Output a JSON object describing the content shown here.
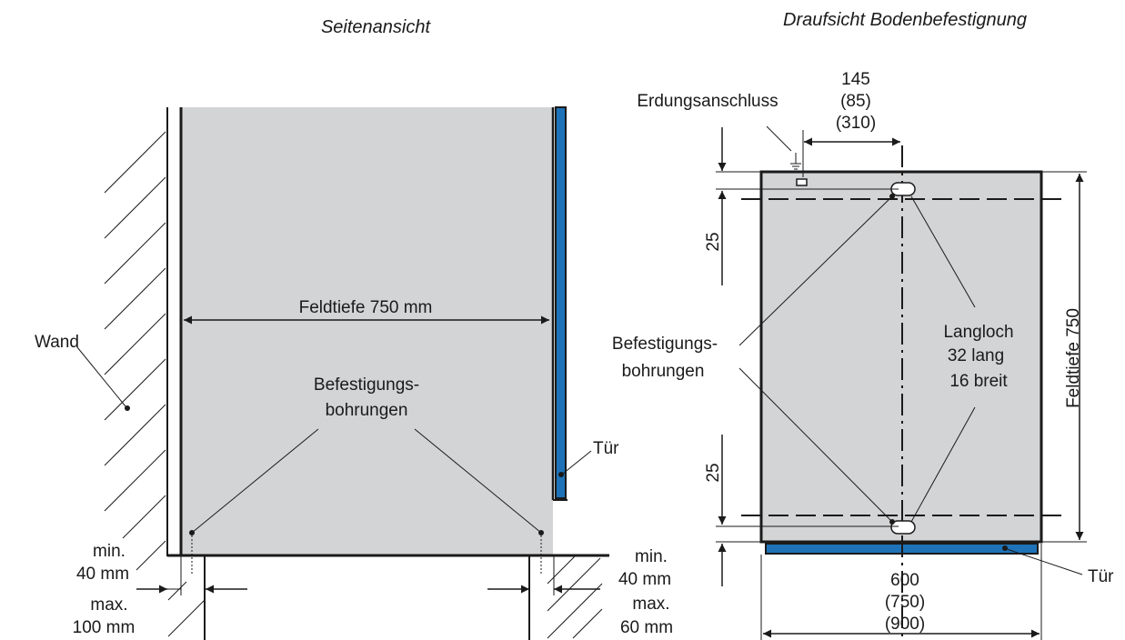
{
  "titles": {
    "side": "Seitenansicht",
    "top": "Draufsicht Bodenbefestignung"
  },
  "side": {
    "wall": "Wand",
    "depth": "Feldtiefe 750 mm",
    "holes": [
      "Befestigungs-",
      "bohrungen"
    ],
    "door": "Tür",
    "left_min": [
      "min.",
      "40 mm"
    ],
    "left_max": [
      "max.",
      "100 mm"
    ],
    "right_min": [
      "min.",
      "40 mm"
    ],
    "right_max": [
      "max.",
      "60 mm"
    ]
  },
  "top": {
    "ground": "Erdungsanschluss",
    "dim_top": [
      "145",
      "(85)",
      "(310)"
    ],
    "dim_25_a": "25",
    "dim_25_b": "25",
    "holes": [
      "Befestigungs-",
      "bohrungen"
    ],
    "slot": [
      "Langloch",
      "32  lang",
      "16  breit"
    ],
    "depth": "Feldtiefe 750",
    "door": "Tür",
    "width": [
      "600",
      "(750)",
      "(900)"
    ]
  },
  "colors": {
    "panel": "#d3d4d6",
    "door": "#1e73b8",
    "outline": "#1a1a1a"
  }
}
